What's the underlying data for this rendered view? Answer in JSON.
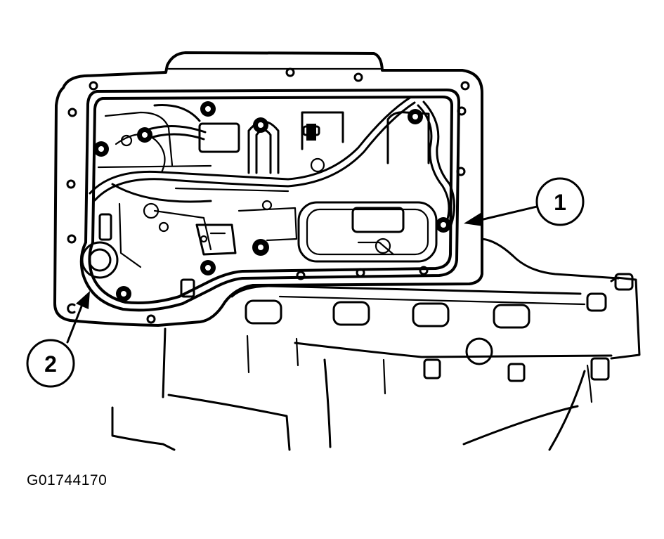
{
  "figure_code": "G01744170",
  "callouts": [
    {
      "label": "1"
    },
    {
      "label": "2"
    }
  ],
  "colors": {
    "line": "#000000",
    "background": "#ffffff"
  }
}
